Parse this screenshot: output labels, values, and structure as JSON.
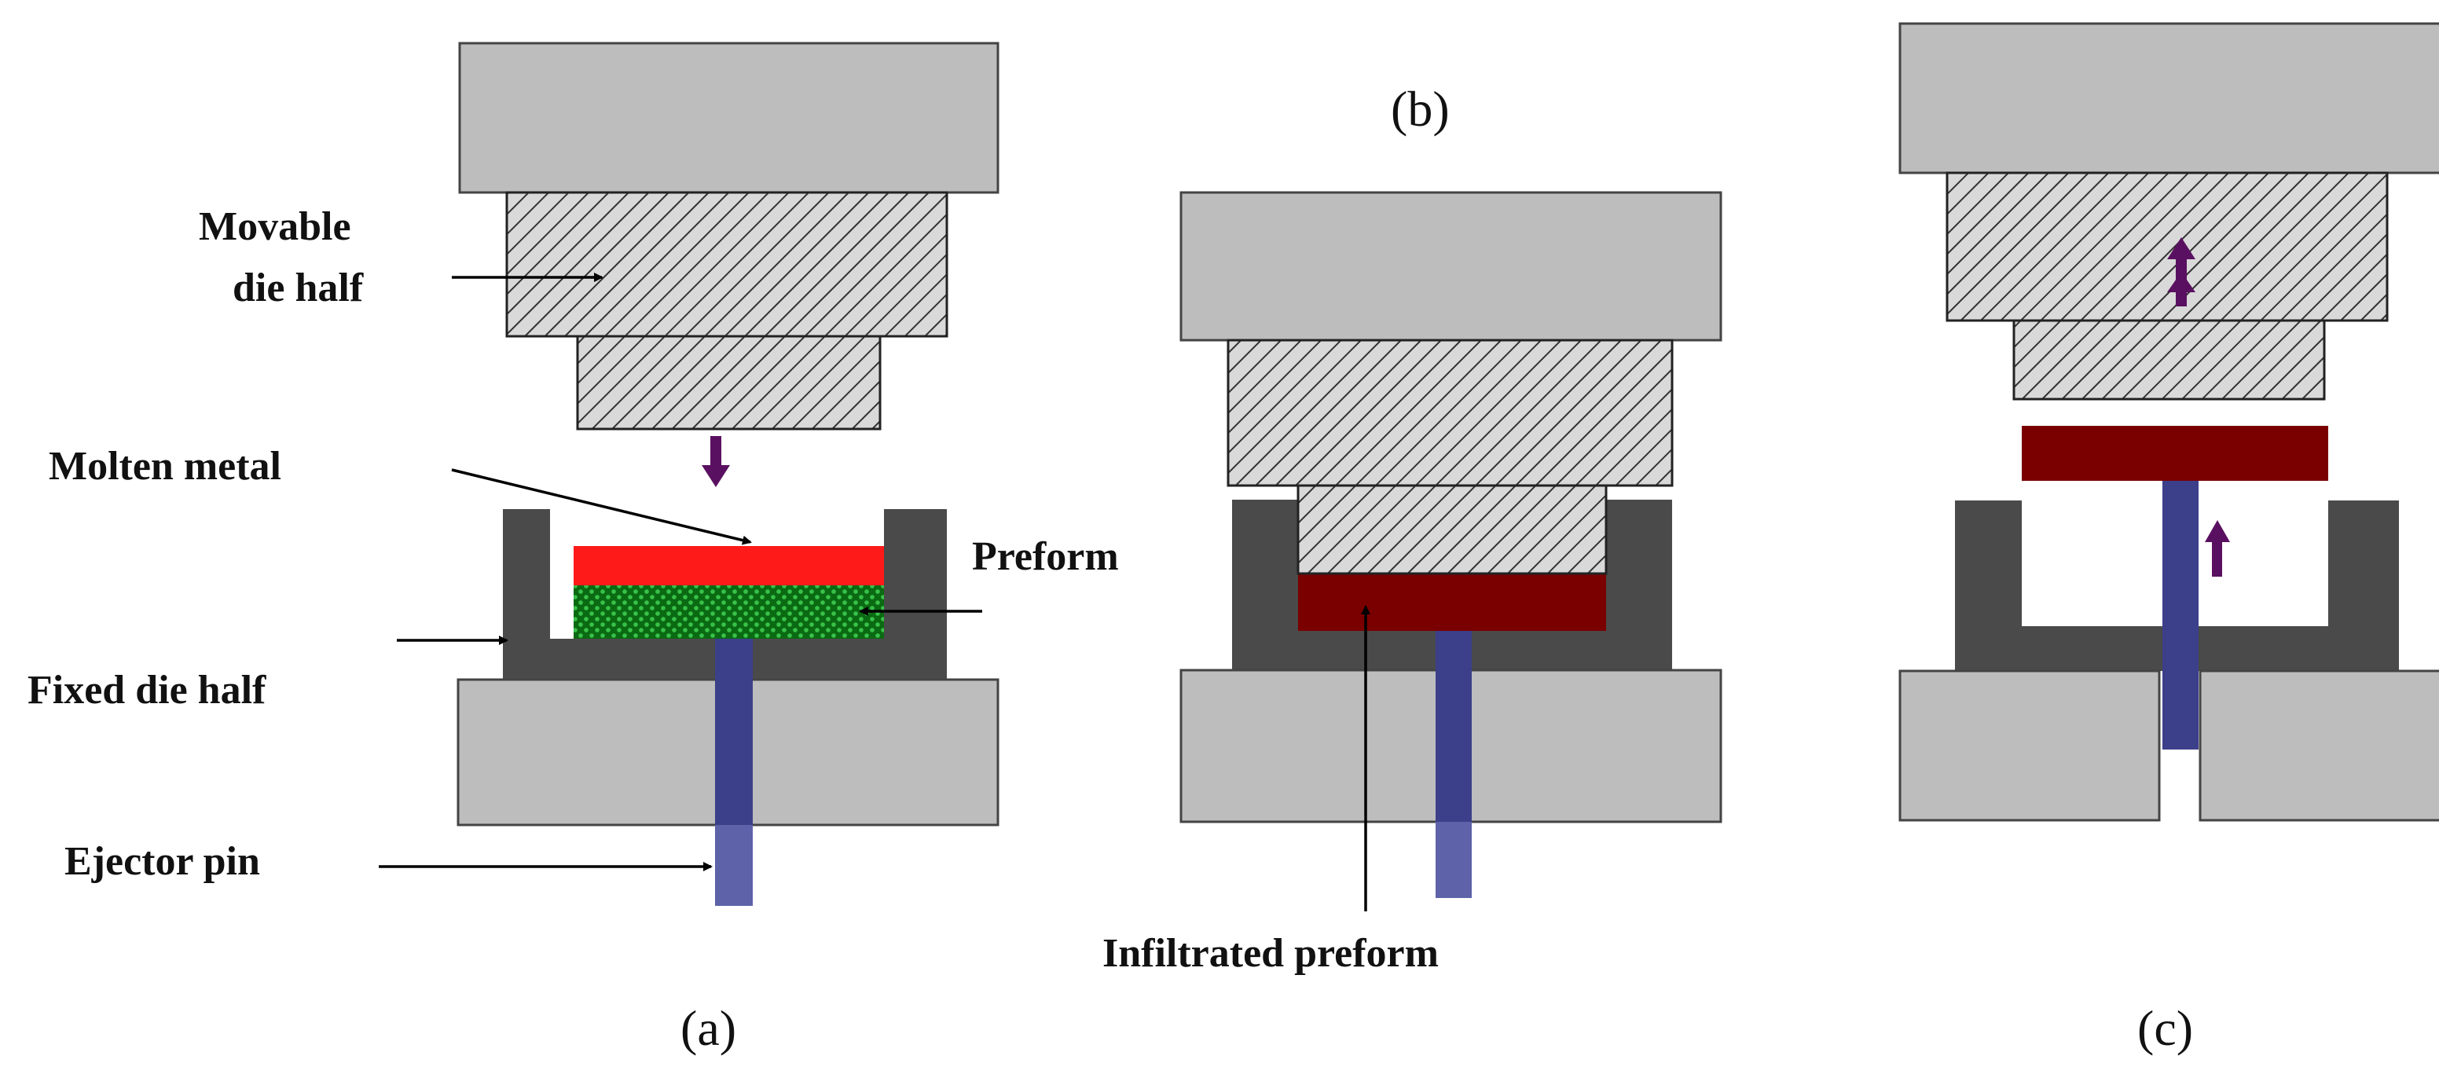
{
  "colors": {
    "plate": "#bdbdbd",
    "die_dark": "#4a4a4a",
    "hatch_bg": "#d9d9d9",
    "hatch_line": "#333333",
    "molten_metal": "#ff1a1a",
    "preform": "#0a6a12",
    "infiltrated": "#7a0000",
    "ejector_pin": "#3c3f8a",
    "arrow": "#5a1060"
  },
  "panels": {
    "a": {
      "caption": "(a)",
      "labels": {
        "movable": "Movable",
        "movable_2": "die half",
        "molten_metal": "Molten metal",
        "preform": "Preform",
        "fixed": "Fixed die half",
        "ejector_pin": "Ejector pin"
      }
    },
    "b": {
      "caption": "(b)",
      "labels": {
        "infiltrated": "Infiltrated preform"
      }
    },
    "c": {
      "caption": "(c)"
    }
  }
}
